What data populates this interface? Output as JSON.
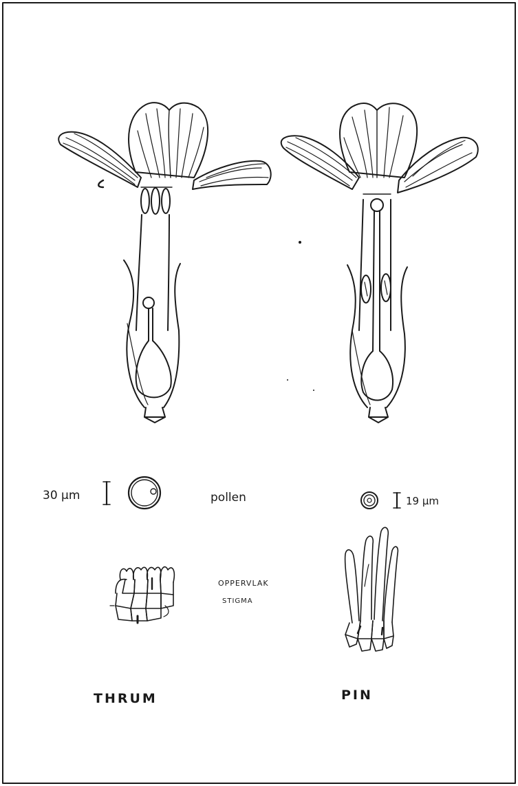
{
  "labels": {
    "scale_left": "30 µm",
    "pollen": "pollen",
    "scale_right": "19 µm",
    "surface_line1": "OPPERVLAK",
    "surface_line2": "STIGMA",
    "thrum": "THRUM",
    "pin": "PIN"
  },
  "colors": {
    "ink": "#1a1a1a",
    "paper": "#ffffff"
  }
}
